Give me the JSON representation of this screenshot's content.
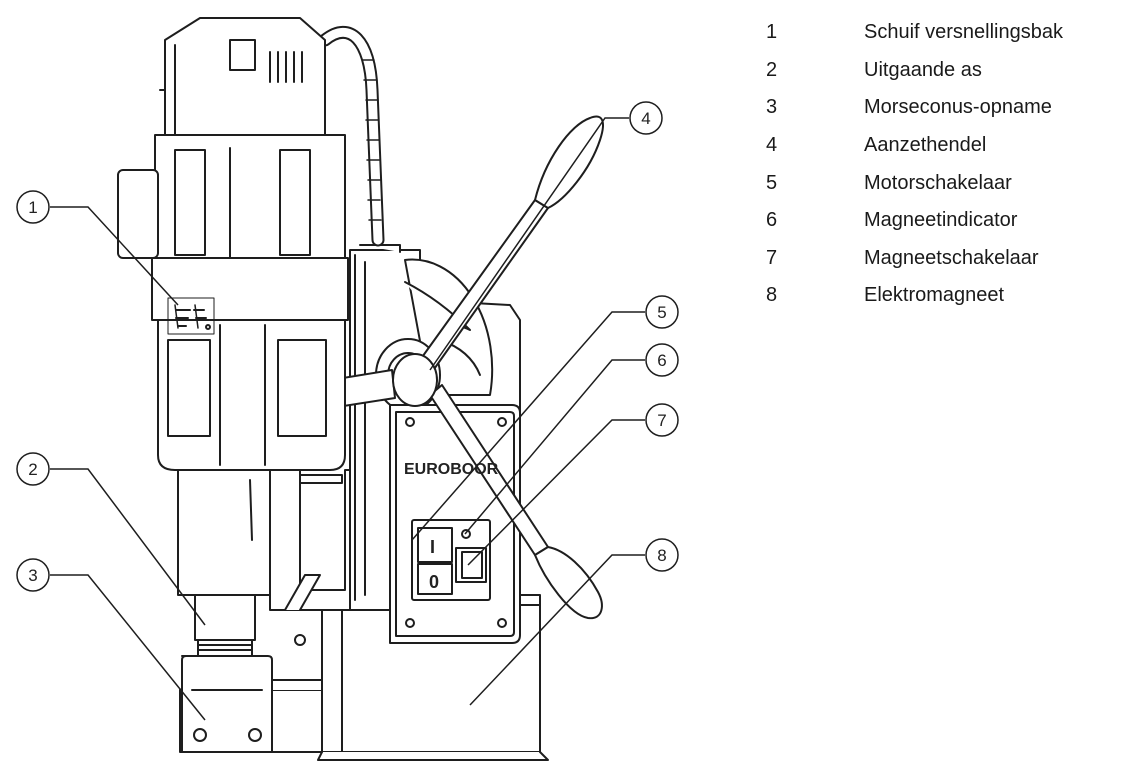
{
  "legend": [
    {
      "number": "1",
      "label": "Schuif versnellingsbak"
    },
    {
      "number": "2",
      "label": "Uitgaande as"
    },
    {
      "number": "3",
      "label": "Morseconus-opname"
    },
    {
      "number": "4",
      "label": "Aanzethendel"
    },
    {
      "number": "5",
      "label": "Motorschakelaar"
    },
    {
      "number": "6",
      "label": "Magneetindicator"
    },
    {
      "number": "7",
      "label": "Magneetschakelaar"
    },
    {
      "number": "8",
      "label": "Elektromagneet"
    }
  ],
  "callouts": [
    "1",
    "2",
    "3",
    "4",
    "5",
    "6",
    "7",
    "8"
  ],
  "machine": {
    "brand_text": "EUROBOOR",
    "switch_on_symbol": "I",
    "switch_off_symbol": "0"
  },
  "colors": {
    "line": "#1e1e1e",
    "fill": "#ffffff",
    "text": "#1a1a1a"
  },
  "icons": [
    "magnetic-drill-illustration"
  ]
}
